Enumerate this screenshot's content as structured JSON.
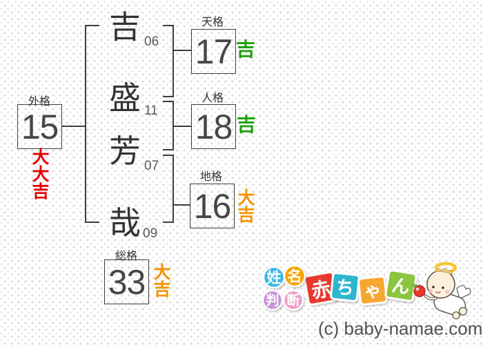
{
  "diagram": {
    "name_chars": [
      {
        "char": "吉",
        "strokes": "06"
      },
      {
        "char": "盛",
        "strokes": "11"
      },
      {
        "char": "芳",
        "strokes": "07"
      },
      {
        "char": "哉",
        "strokes": "09"
      }
    ],
    "gaikaku": {
      "label": "外格",
      "value": "15",
      "fortune": "大大吉",
      "fortune_color": "#e60000"
    },
    "tenkaku": {
      "label": "天格",
      "value": "17",
      "fortune": "吉",
      "fortune_color": "#1fa30f"
    },
    "jinkaku": {
      "label": "人格",
      "value": "18",
      "fortune": "吉",
      "fortune_color": "#1fa30f"
    },
    "chikaku": {
      "label": "地格",
      "value": "16",
      "fortune": "大吉",
      "fortune_color": "#f59300"
    },
    "soukaku": {
      "label": "総格",
      "value": "33",
      "fortune": "大吉",
      "fortune_color": "#f59300"
    }
  },
  "logo": {
    "badges": [
      {
        "char": "姓",
        "shape": "circle",
        "color": "#3bb8e8"
      },
      {
        "char": "名",
        "shape": "circle",
        "color": "#f7a500"
      },
      {
        "char": "判",
        "shape": "circle",
        "color": "#c894d6"
      },
      {
        "char": "断",
        "shape": "circle",
        "color": "#eca0c8"
      },
      {
        "char": "赤",
        "shape": "square",
        "color": "#e8382d"
      },
      {
        "char": "ち",
        "shape": "square",
        "color": "#2eb6cf"
      },
      {
        "char": "ゃ",
        "shape": "square",
        "color": "#f6a733"
      },
      {
        "char": "ん",
        "shape": "square",
        "color": "#8cc63f"
      }
    ]
  },
  "footer": {
    "copyright": "(c) baby-namae.com"
  }
}
